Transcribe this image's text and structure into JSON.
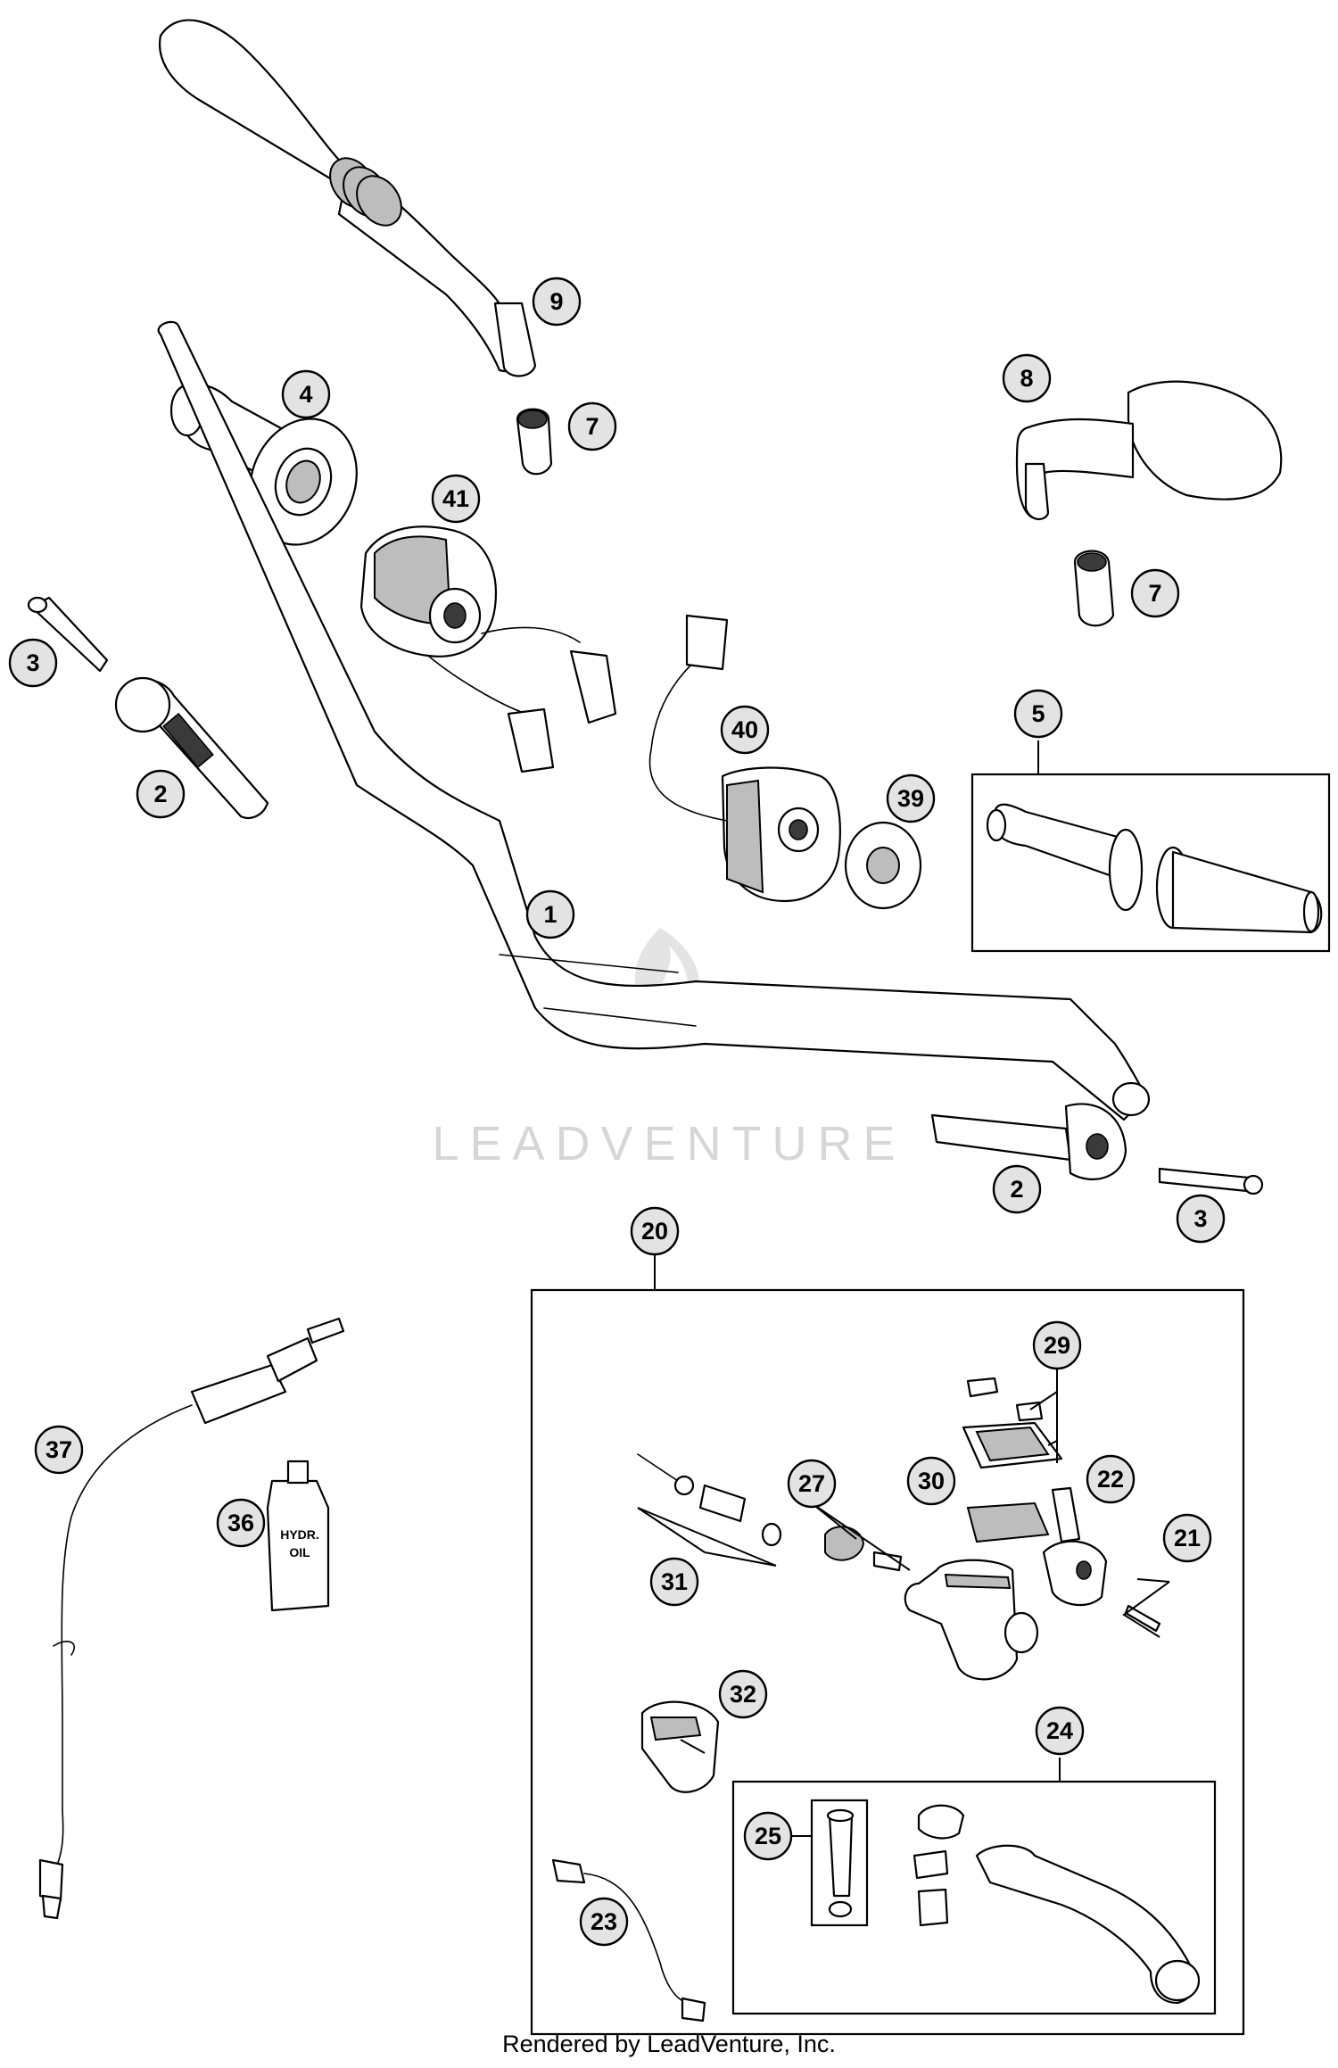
{
  "watermark": "LEADVENTURE",
  "footer": "Rendered by LeadVenture, Inc.",
  "bottle_label": [
    "HYDR.",
    "OIL"
  ],
  "callouts": [
    "1",
    "2",
    "2",
    "3",
    "3",
    "4",
    "5",
    "7",
    "7",
    "8",
    "9",
    "20",
    "21",
    "22",
    "23",
    "24",
    "25",
    "27",
    "29",
    "30",
    "31",
    "32",
    "36",
    "37",
    "39",
    "40",
    "41"
  ]
}
